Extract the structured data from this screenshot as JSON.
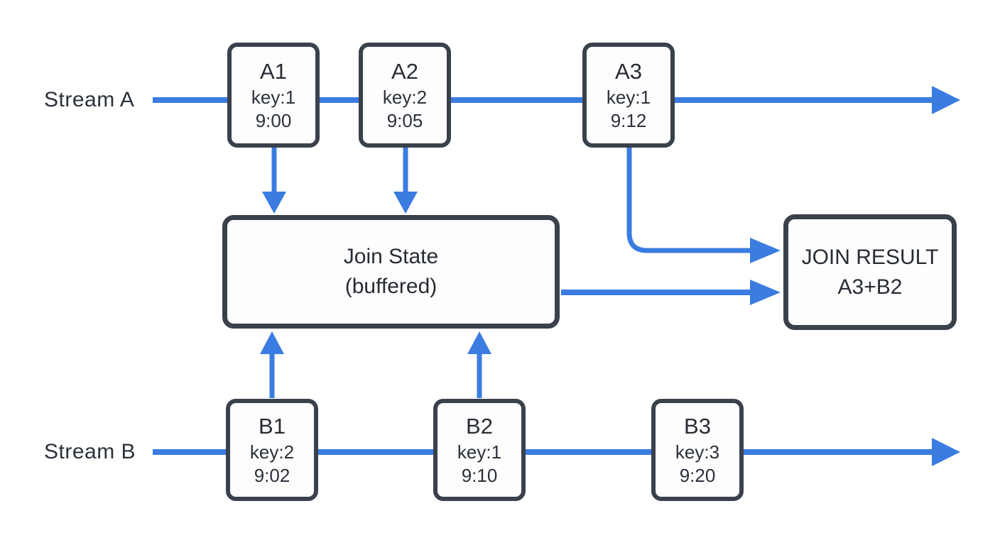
{
  "diagram": {
    "title_semantic": "stream-join-diagram",
    "colors": {
      "arrow_blue": "#3b7ce0",
      "node_border": "#3a414c",
      "text": "#2b313a",
      "background": "#ffffff"
    },
    "streams": [
      {
        "label": "Stream A",
        "events": [
          {
            "id": "A1",
            "key": "key:1",
            "time": "9:00"
          },
          {
            "id": "A2",
            "key": "key:2",
            "time": "9:05"
          },
          {
            "id": "A3",
            "key": "key:1",
            "time": "9:12"
          }
        ]
      },
      {
        "label": "Stream B",
        "events": [
          {
            "id": "B1",
            "key": "key:2",
            "time": "9:02"
          },
          {
            "id": "B2",
            "key": "key:1",
            "time": "9:10"
          },
          {
            "id": "B3",
            "key": "key:3",
            "time": "9:20"
          }
        ]
      }
    ],
    "join_state": {
      "title": "Join State",
      "subtitle": "(buffered)"
    },
    "join_result": {
      "title": "JOIN RESULT",
      "value": "A3+B2"
    }
  }
}
